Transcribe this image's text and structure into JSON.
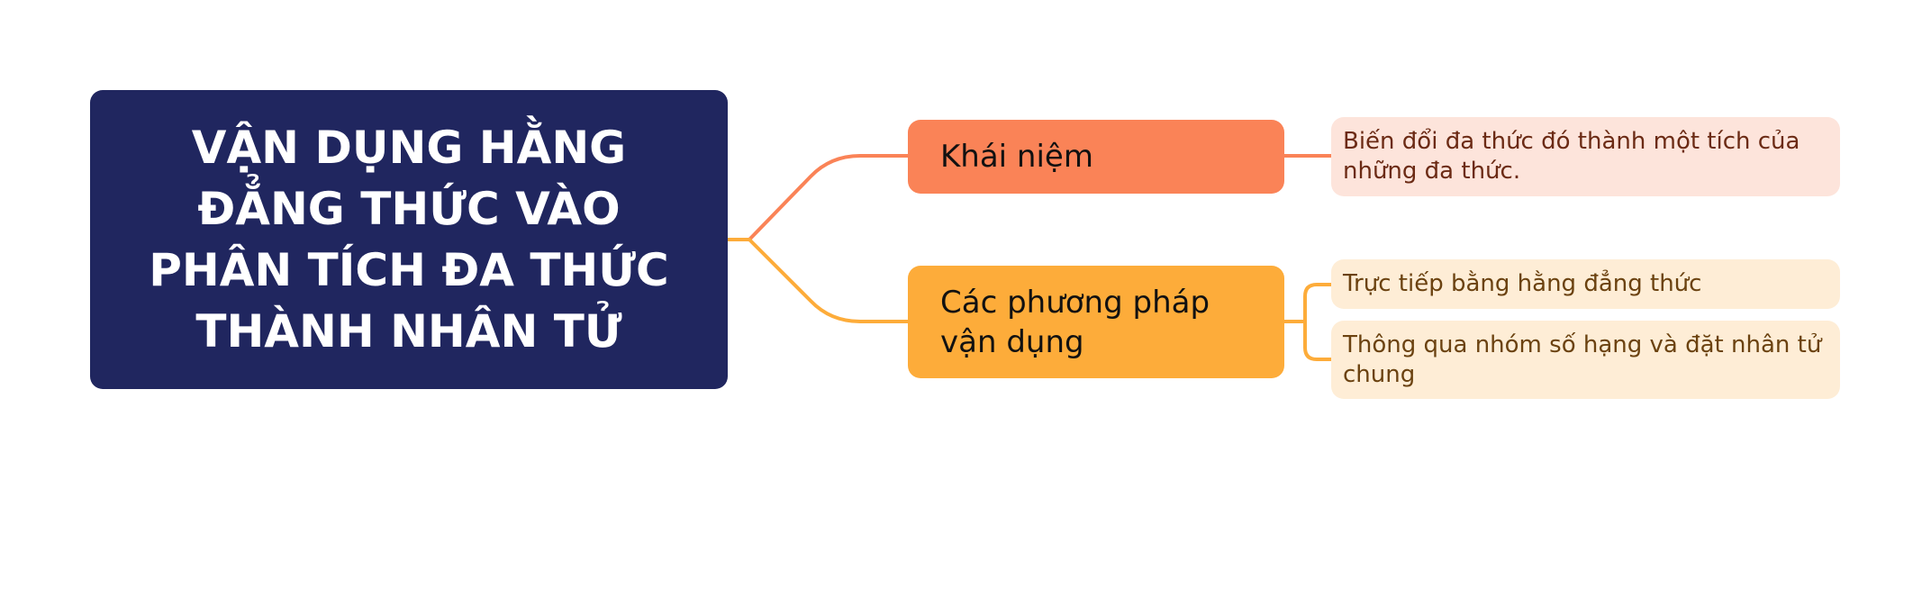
{
  "mindmap": {
    "root": {
      "title": "VẬN DỤNG HẰNG\nĐẲNG THỨC VÀO\nPHÂN TÍCH ĐA THỨC\nTHÀNH NHÂN TỬ",
      "color": "#20265F"
    },
    "branches": [
      {
        "label": "Khái niệm",
        "color": "#FA8357",
        "children": [
          {
            "label": "Biến đổi đa thức đó thành một tích của những đa thức.",
            "color": "#FDE4DB"
          }
        ]
      },
      {
        "label": "Các phương pháp vận dụng",
        "color": "#FDAC3A",
        "children": [
          {
            "label": "Trực tiếp bằng hằng đẳng thức",
            "color": "#FEEDD6"
          },
          {
            "label": "Thông qua nhóm số hạng và đặt nhân tử chung",
            "color": "#FEEDD6"
          }
        ]
      }
    ]
  }
}
